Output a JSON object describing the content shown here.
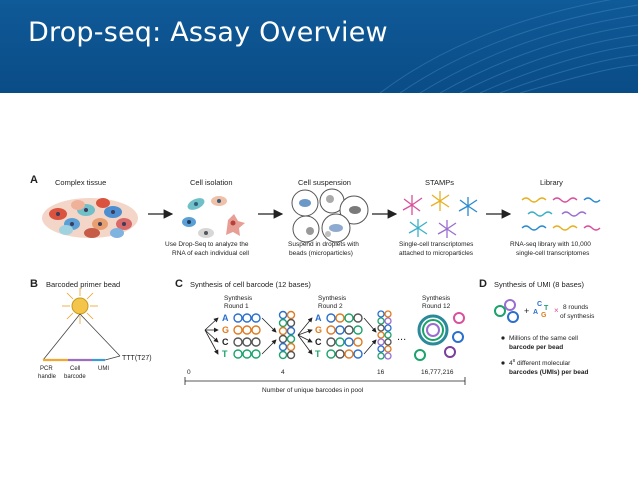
{
  "slide": {
    "title": "Drop-seq: Assay Overview"
  },
  "panel_a": {
    "letter": "A",
    "steps": [
      "Complex tissue",
      "Cell isolation",
      "Cell suspension",
      "STAMPs",
      "Library"
    ],
    "captions": {
      "cell_isolation": [
        "Use Drop-Seq to analyze the",
        "RNA of each individual cell"
      ],
      "cell_suspension": [
        "Suspend in droplets with",
        "beads (microparticles)"
      ],
      "stamps": [
        "Single-cell transcriptomes",
        "attached to microparticles"
      ],
      "library": [
        "RNA-seq library with 10,000",
        "single-cell transcriptomes"
      ]
    }
  },
  "panel_b": {
    "letter": "B",
    "title": "Barcoded primer bead",
    "labels": {
      "pcr": "PCR",
      "handle": "handle",
      "cell": "Cell",
      "barcode": "barcode",
      "umi": "UMI",
      "polyt": "TTT(T27)"
    },
    "colors": {
      "pcr": "#f0a830",
      "cell": "#9b6fc0",
      "umi": "#3a9ad9"
    }
  },
  "panel_c": {
    "letter": "C",
    "title": "Synthesis of cell barcode (12 bases)",
    "round_labels": [
      [
        "Synthesis",
        "Round 1"
      ],
      [
        "Synthesis",
        "Round 2"
      ],
      [
        "Synthesis",
        "Round 12"
      ]
    ],
    "bases": [
      "A",
      "G",
      "C",
      "T"
    ],
    "base_colors": [
      "#2a6fcf",
      "#e07a20",
      "#222222",
      "#1aa36a"
    ],
    "axis_ticks": [
      "0",
      "4",
      "16",
      "16,777,216"
    ],
    "axis_label": "Number of unique barcodes in pool",
    "ellipsis": "..."
  },
  "panel_d": {
    "letter": "D",
    "title": "Synthesis of UMI (8 bases)",
    "synthesis": {
      "plus": "+",
      "letters": [
        "C",
        "T",
        "A",
        "G"
      ],
      "times": "×",
      "rounds_1": "8 rounds",
      "rounds_2": "of synthesis"
    },
    "bullets": [
      {
        "line1": "Millions of the same cell",
        "line2": "barcode per bead"
      },
      {
        "line1": "4",
        "sup": "8",
        "line1b": " different molecular",
        "line2": "barcodes (UMIs) per bead"
      }
    ]
  }
}
